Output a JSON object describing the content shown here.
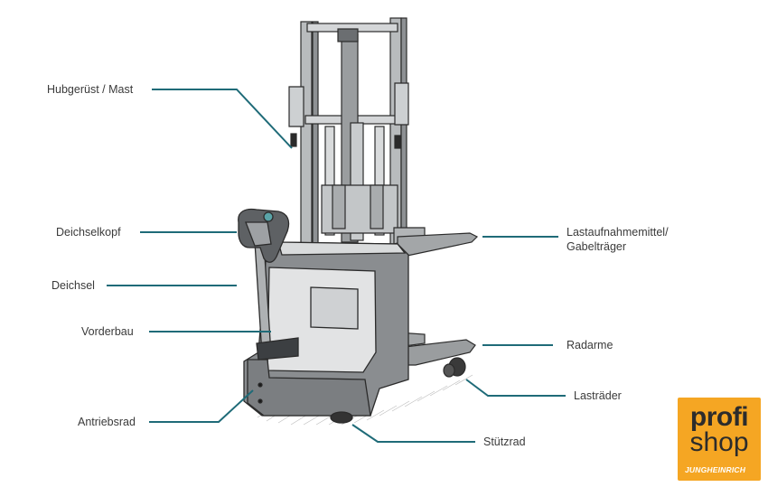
{
  "labels": {
    "hubgeruest": "Hubgerüst / Mast",
    "deichselkopf": "Deichselkopf",
    "deichsel": "Deichsel",
    "vorderbau": "Vorderbau",
    "antriebsrad": "Antriebsrad",
    "lastaufnahme_1": "Lastaufnahmemittel/",
    "lastaufnahme_2": "Gabelträger",
    "radarme": "Radarme",
    "lastraeder": "Lasträder",
    "stuetzrad": "Stützrad"
  },
  "logo": {
    "line1": "profi",
    "line2": "shop",
    "brand": "JUNGHEINRICH"
  },
  "colors": {
    "leader": "#1f6b78",
    "logo_bg": "#f5a623",
    "body": "#8a8d90",
    "body_light": "#c9ccce",
    "outline": "#2b2b2b"
  }
}
